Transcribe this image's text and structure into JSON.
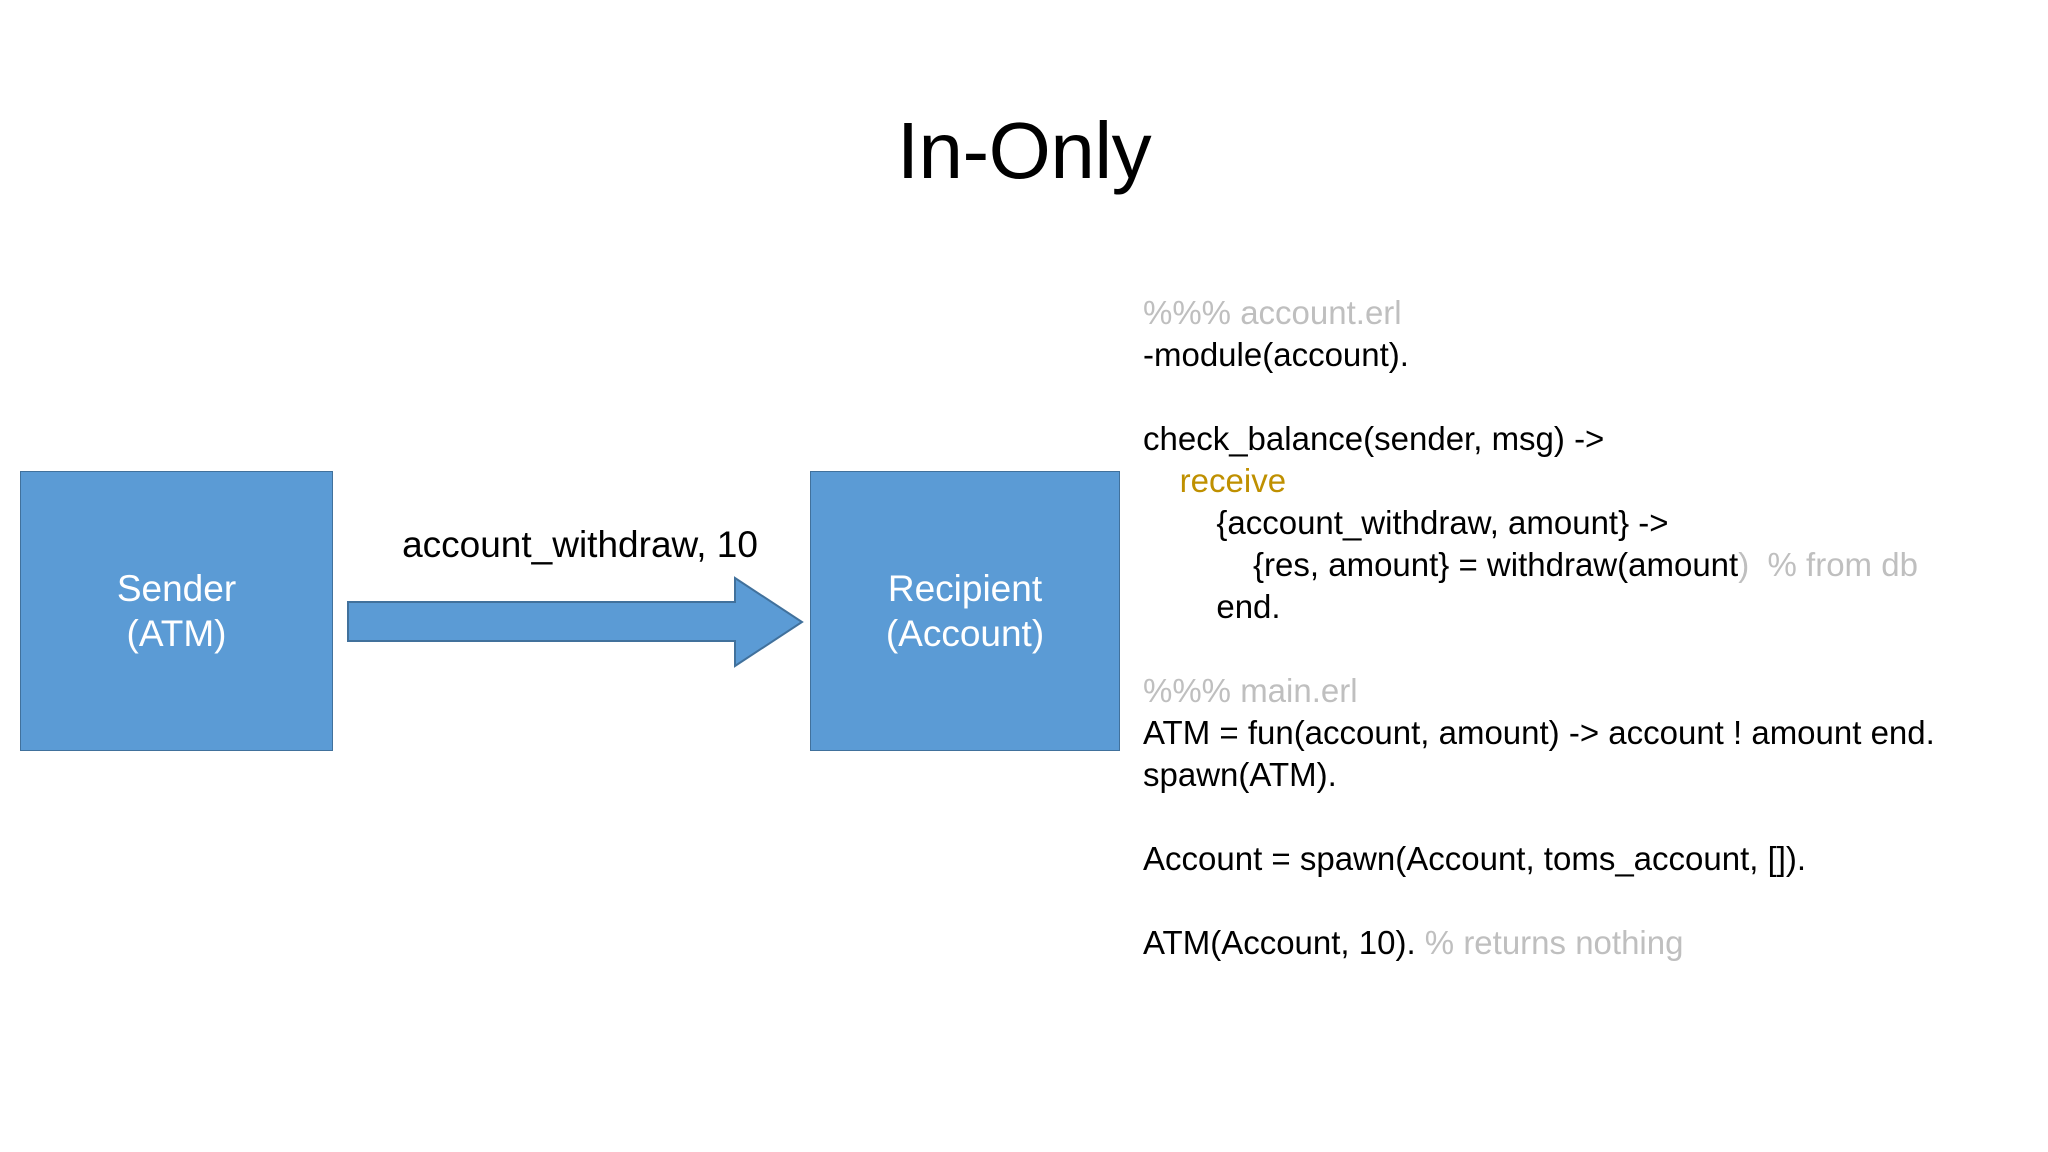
{
  "slide": {
    "title": "In-Only",
    "background_color": "#FFFFFF"
  },
  "theme": {
    "node_fill": "#5B9BD5",
    "node_border": "#41719C",
    "node_text": "#FFFFFF",
    "comment_color": "#BFBFBF",
    "keyword_color": "#BF9000",
    "body_text": "#000000"
  },
  "diagram": {
    "sender": {
      "line1": "Sender",
      "line2": "(ATM)"
    },
    "recipient": {
      "line1": "Recipient",
      "line2": "(Account)"
    },
    "arrow": {
      "label": "account_withdraw, 10",
      "direction": "left-to-right",
      "icon": "block-arrow-right-icon"
    }
  },
  "code": {
    "lines": [
      {
        "indent": 0,
        "segments": [
          {
            "text": "%%% account.erl",
            "style": "comment"
          }
        ]
      },
      {
        "indent": 0,
        "segments": [
          {
            "text": "-module(account).",
            "style": "plain"
          }
        ]
      },
      {
        "indent": 0,
        "segments": [
          {
            "text": "",
            "style": "plain"
          }
        ]
      },
      {
        "indent": 0,
        "segments": [
          {
            "text": "check_balance(sender, msg) ->",
            "style": "plain"
          }
        ]
      },
      {
        "indent": 1,
        "segments": [
          {
            "text": "receive",
            "style": "keyword"
          }
        ]
      },
      {
        "indent": 2,
        "segments": [
          {
            "text": "{account_withdraw, amount} ->",
            "style": "plain"
          }
        ]
      },
      {
        "indent": 3,
        "segments": [
          {
            "text": "{res, amount} = withdraw(amount",
            "style": "plain"
          },
          {
            "text": ")",
            "style": "comment"
          },
          {
            "text": "  % from db",
            "style": "comment"
          }
        ]
      },
      {
        "indent": 2,
        "segments": [
          {
            "text": "end.",
            "style": "plain"
          }
        ]
      },
      {
        "indent": 0,
        "segments": [
          {
            "text": "",
            "style": "plain"
          }
        ]
      },
      {
        "indent": 0,
        "segments": [
          {
            "text": "%%% main.erl",
            "style": "comment"
          }
        ]
      },
      {
        "indent": 0,
        "segments": [
          {
            "text": "ATM = fun(account, amount) -> account ! amount end.",
            "style": "plain"
          }
        ]
      },
      {
        "indent": 0,
        "segments": [
          {
            "text": "spawn(ATM).",
            "style": "plain"
          }
        ]
      },
      {
        "indent": 0,
        "segments": [
          {
            "text": "",
            "style": "plain"
          }
        ]
      },
      {
        "indent": 0,
        "segments": [
          {
            "text": "Account = spawn(Account, toms_account, []).",
            "style": "plain"
          }
        ]
      },
      {
        "indent": 0,
        "segments": [
          {
            "text": "",
            "style": "plain"
          }
        ]
      },
      {
        "indent": 0,
        "segments": [
          {
            "text": "ATM(Account, 10).",
            "style": "plain"
          },
          {
            "text": " % returns nothing",
            "style": "comment"
          }
        ]
      }
    ]
  }
}
